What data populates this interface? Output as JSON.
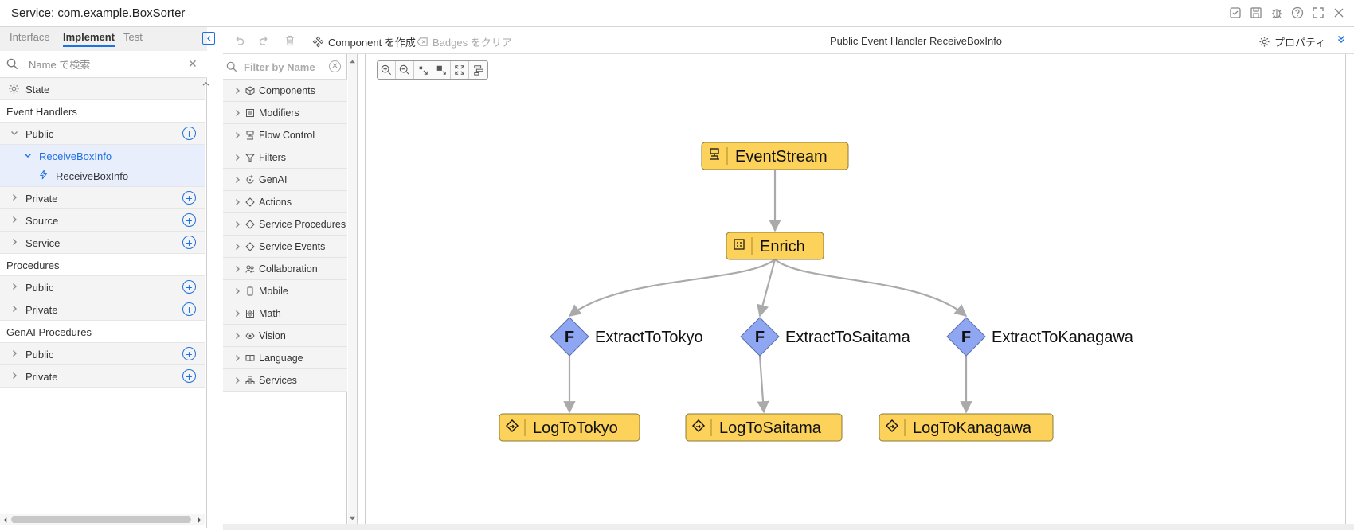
{
  "window": {
    "title": "Service: com.example.BoxSorter",
    "icons": [
      "checklist-icon",
      "save-icon",
      "bug-icon",
      "help-icon",
      "fullscreen-icon",
      "close-icon"
    ]
  },
  "left": {
    "tabs": [
      {
        "label": "Interface",
        "active": false
      },
      {
        "label": "Implement",
        "active": true
      },
      {
        "label": "Test",
        "active": false
      }
    ],
    "search": {
      "placeholder": "Name で検索"
    },
    "tree": [
      {
        "label": "State",
        "kind": "state"
      },
      {
        "label": "Event Handlers",
        "kind": "section"
      },
      {
        "label": "Public",
        "kind": "group",
        "expanded": true,
        "add": true
      },
      {
        "label": "ReceiveBoxInfo",
        "kind": "handler",
        "selected": true
      },
      {
        "label": "ReceiveBoxInfo",
        "kind": "leaf",
        "selected": true
      },
      {
        "label": "Private",
        "kind": "group",
        "add": true
      },
      {
        "label": "Source",
        "kind": "group",
        "add": true
      },
      {
        "label": "Service",
        "kind": "group",
        "add": true
      },
      {
        "label": "Procedures",
        "kind": "section"
      },
      {
        "label": "Public",
        "kind": "group",
        "add": true
      },
      {
        "label": "Private",
        "kind": "group",
        "add": true
      },
      {
        "label": "GenAI Procedures",
        "kind": "section"
      },
      {
        "label": "Public",
        "kind": "group",
        "add": true
      },
      {
        "label": "Private",
        "kind": "group",
        "add": true
      }
    ]
  },
  "toolbar": {
    "create_component": "Component を作成",
    "clear_badges": "Badges をクリア",
    "title": "Public Event Handler ReceiveBoxInfo",
    "properties": "プロパティ"
  },
  "palette": {
    "filter_placeholder": "Filter by Name",
    "items": [
      {
        "label": "Components",
        "icon": "cube-icon"
      },
      {
        "label": "Modifiers",
        "icon": "modifier-icon"
      },
      {
        "label": "Flow Control",
        "icon": "flow-control-icon"
      },
      {
        "label": "Filters",
        "icon": "filter-icon"
      },
      {
        "label": "GenAI",
        "icon": "genai-icon"
      },
      {
        "label": "Actions",
        "icon": "action-icon"
      },
      {
        "label": "Service Procedures",
        "icon": "procedure-icon"
      },
      {
        "label": "Service Events",
        "icon": "event-icon"
      },
      {
        "label": "Collaboration",
        "icon": "collaboration-icon"
      },
      {
        "label": "Mobile",
        "icon": "mobile-icon"
      },
      {
        "label": "Math",
        "icon": "math-icon"
      },
      {
        "label": "Vision",
        "icon": "vision-icon"
      },
      {
        "label": "Language",
        "icon": "language-icon"
      },
      {
        "label": "Services",
        "icon": "services-icon"
      }
    ]
  },
  "graph": {
    "colors": {
      "node": "#fcd25a",
      "node_border": "#8a7a3a",
      "filter": "#8fa7f2",
      "edge": "#aaaaaa"
    },
    "nodes": [
      {
        "id": "EventStream",
        "label": "EventStream",
        "type": "source"
      },
      {
        "id": "Enrich",
        "label": "Enrich",
        "type": "enrich"
      },
      {
        "id": "ExtractToTokyo",
        "label": "ExtractToTokyo",
        "type": "filter",
        "glyph": "F"
      },
      {
        "id": "ExtractToSaitama",
        "label": "ExtractToSaitama",
        "type": "filter",
        "glyph": "F"
      },
      {
        "id": "ExtractToKanagawa",
        "label": "ExtractToKanagawa",
        "type": "filter",
        "glyph": "F"
      },
      {
        "id": "LogToTokyo",
        "label": "LogToTokyo",
        "type": "action"
      },
      {
        "id": "LogToSaitama",
        "label": "LogToSaitama",
        "type": "action"
      },
      {
        "id": "LogToKanagawa",
        "label": "LogToKanagawa",
        "type": "action"
      }
    ],
    "edges": [
      [
        "EventStream",
        "Enrich"
      ],
      [
        "Enrich",
        "ExtractToTokyo"
      ],
      [
        "Enrich",
        "ExtractToSaitama"
      ],
      [
        "Enrich",
        "ExtractToKanagawa"
      ],
      [
        "ExtractToTokyo",
        "LogToTokyo"
      ],
      [
        "ExtractToSaitama",
        "LogToSaitama"
      ],
      [
        "ExtractToKanagawa",
        "LogToKanagawa"
      ]
    ]
  }
}
